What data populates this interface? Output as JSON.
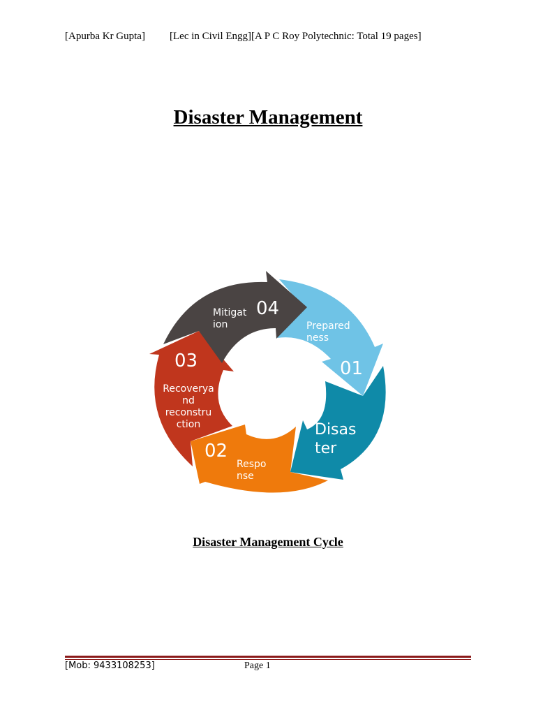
{
  "header": {
    "author": "[Apurba Kr Gupta]",
    "info": "[Lec in Civil Engg][A P C Roy Polytechnic: Total 19 pages]"
  },
  "title": "Disaster Management",
  "diagram": {
    "segments": [
      {
        "number": "01",
        "label_lines": [
          "Prepared",
          "ness"
        ],
        "color": "#6fc3e6"
      },
      {
        "number": "",
        "label_lines": [
          "Disas",
          "ter"
        ],
        "color": "#0f8aa8"
      },
      {
        "number": "02",
        "label_lines": [
          "Respo",
          "nse"
        ],
        "color": "#ef7a0c"
      },
      {
        "number": "03",
        "label_lines": [
          "Recoverya",
          "nd",
          "reconstru",
          "ction"
        ],
        "color": "#c0361d"
      },
      {
        "number": "04",
        "label_lines": [
          "Mitigat",
          "ion"
        ],
        "color": "#4a4443"
      }
    ]
  },
  "caption": "Disaster Management Cycle",
  "footer": {
    "mobile": "[Mob: 9433108253]",
    "page": "Page 1"
  }
}
